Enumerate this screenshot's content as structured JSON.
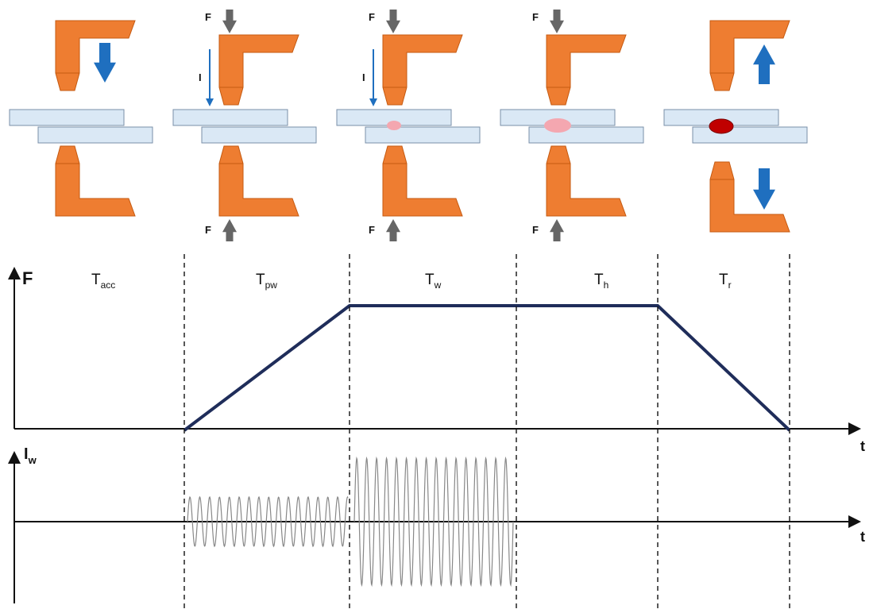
{
  "labels": {
    "force": "F",
    "current": "I",
    "current_sub": "w",
    "time": "t",
    "current_symbol": "I"
  },
  "phases": [
    {
      "main": "T",
      "sub": "acc"
    },
    {
      "main": "T",
      "sub": "pw"
    },
    {
      "main": "T",
      "sub": "w"
    },
    {
      "main": "T",
      "sub": "h"
    },
    {
      "main": "T",
      "sub": "r"
    }
  ],
  "colors": {
    "electrode": "#EE7D31",
    "electrode_stroke": "#C55A11",
    "sheet": "#DAE8F5",
    "sheet_stroke": "#7A8FA8",
    "motion_arrow": "#1F6FBF",
    "force_arrow": "#666666",
    "force_line": "#1F2D5A",
    "nugget_small": "#F4A7B0",
    "nugget_final": "#C00000",
    "current_wave": "#888888"
  },
  "icons": [
    "electrode-down-arrow",
    "force-arrow",
    "current-arrow",
    "electrode-up-arrow"
  ]
}
